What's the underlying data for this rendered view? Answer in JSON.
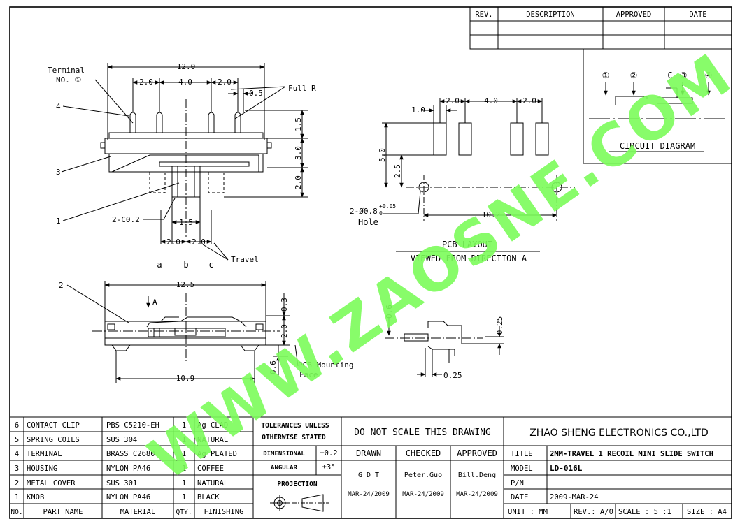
{
  "revision_block": {
    "headers": [
      "REV.",
      "DESCRIPTION",
      "APPROVED",
      "DATE"
    ]
  },
  "circuit_diagram": {
    "title": "CIRCUIT DIAGRAM",
    "pins": [
      "①",
      "②",
      "③",
      "④"
    ],
    "c_label": "C"
  },
  "top_view": {
    "terminal_label": "Terminal",
    "terminal_no": "NO. ①",
    "full_r": "Full R",
    "dims": {
      "overall": "12.0",
      "p1": "2.0",
      "p2": "4.0",
      "p3": "2.0",
      "w": "0.5",
      "h1": "1.5",
      "h2": "3.0",
      "h3": "2.0",
      "knob": "1.5",
      "t1": "2.0",
      "t2": "2.0"
    },
    "chamfer": "2-C0.2",
    "travel": "Travel",
    "positions": [
      "a",
      "b",
      "c"
    ],
    "callouts": [
      "4",
      "3",
      "1"
    ]
  },
  "side_view": {
    "dims": {
      "length": "12.5",
      "mount": "10.9",
      "h03": "0.3",
      "h20": "2.0",
      "h06": "0.6",
      "h06b": "0.6",
      "h025": "0.25",
      "h025b": "0.25"
    },
    "arrow_label": "A",
    "mount_label_1": "PCB Mounting",
    "mount_label_2": "Face",
    "callout": "2"
  },
  "pcb_layout": {
    "dims": {
      "d1": "1.0",
      "d2": "2.0",
      "d3": "4.0",
      "d4": "2.0",
      "h5": "5.0",
      "h25": "2.5",
      "span": "10.2"
    },
    "hole_prefix": "2-Ø0.8",
    "hole_tol_up": "+0.05",
    "hole_tol_down": "0",
    "hole_label": "Hole",
    "title": "PCB LAYOUT",
    "subtitle": "VIEWED FROM DIRECTION A"
  },
  "watermark": {
    "text": "WWW.ZAOSNE.COM",
    "color": "#7CFC5A"
  },
  "bom": {
    "headers": [
      "NO.",
      "PART NAME",
      "MATERIAL",
      "QTY.",
      "FINISHING"
    ],
    "rows": [
      [
        "6",
        "CONTACT CLIP",
        "PBS C5210-EH",
        "1",
        "Ag CLAD"
      ],
      [
        "5",
        "SPRING COILS",
        "SUS 304",
        "1",
        "NATURAL"
      ],
      [
        "4",
        "TERMINAL",
        "BRASS C2680",
        "1",
        "Ag PLATED"
      ],
      [
        "3",
        "HOUSING",
        "NYLON PA46",
        "1",
        "COFFEE"
      ],
      [
        "2",
        "METAL COVER",
        "SUS 301",
        "1",
        "NATURAL"
      ],
      [
        "1",
        "KNOB",
        "NYLON PA46",
        "1",
        "BLACK"
      ]
    ]
  },
  "tolerances": {
    "title_1": "TOLERANCES UNLESS",
    "title_2": "OTHERWISE STATED",
    "dim_label": "DIMENSIONAL",
    "dim_value": "±0.2",
    "ang_label": "ANGULAR",
    "ang_value": "±3°",
    "projection": "PROJECTION"
  },
  "signoff": {
    "note": "DO NOT SCALE THIS DRAWING",
    "headers": [
      "DRAWN",
      "CHECKED",
      "APPROVED"
    ],
    "names": [
      "G D T",
      "Peter.Guo",
      "Bill.Deng"
    ],
    "dates": [
      "MAR-24/2009",
      "MAR-24/2009",
      "MAR-24/2009"
    ]
  },
  "title_block": {
    "company": "ZHAO SHENG ELECTRONICS CO.,LTD",
    "title_label": "TITLE",
    "title_value": "2MM-TRAVEL 1 RECOIL MINI SLIDE SWITCH",
    "model_label": "MODEL",
    "model_value": "LD-016L",
    "pn_label": "P/N",
    "pn_value": "",
    "date_label": "DATE",
    "date_value": "2009-MAR-24",
    "unit": "UNIT : MM",
    "rev": "REV.: A/0",
    "scale": "SCALE : 5 :1",
    "size": "SIZE : A4"
  }
}
